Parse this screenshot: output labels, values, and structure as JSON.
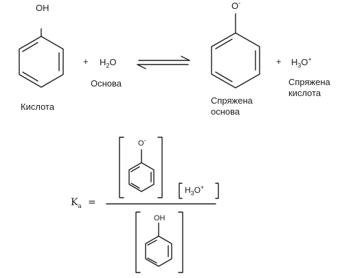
{
  "reaction": {
    "phenol_group": "OH",
    "water_formula": "H",
    "water_sub": "2",
    "water_o": "O",
    "phenoxide_group": "O",
    "phenoxide_charge": "-",
    "hydronium_formula": "H",
    "hydronium_sub": "3",
    "hydronium_o": "O",
    "hydronium_charge": "+",
    "plus_sign": "+",
    "acid_label": "Кислота",
    "base_label": "Основа",
    "conj_base_line1": "Спряжена",
    "conj_base_line2": "основа",
    "conj_acid_line1": "Спряжена",
    "conj_acid_line2": "кислота"
  },
  "equation": {
    "symbol": "K",
    "subscript": "a",
    "equals": "=",
    "numerator_group": "O",
    "numerator_charge": "-",
    "denominator_group": "OH",
    "hydronium_formula": "H",
    "hydronium_sub": "3",
    "hydronium_o": "O",
    "hydronium_charge": "+"
  },
  "colors": {
    "ink": "#1a1a1a",
    "background": "#ffffff"
  }
}
